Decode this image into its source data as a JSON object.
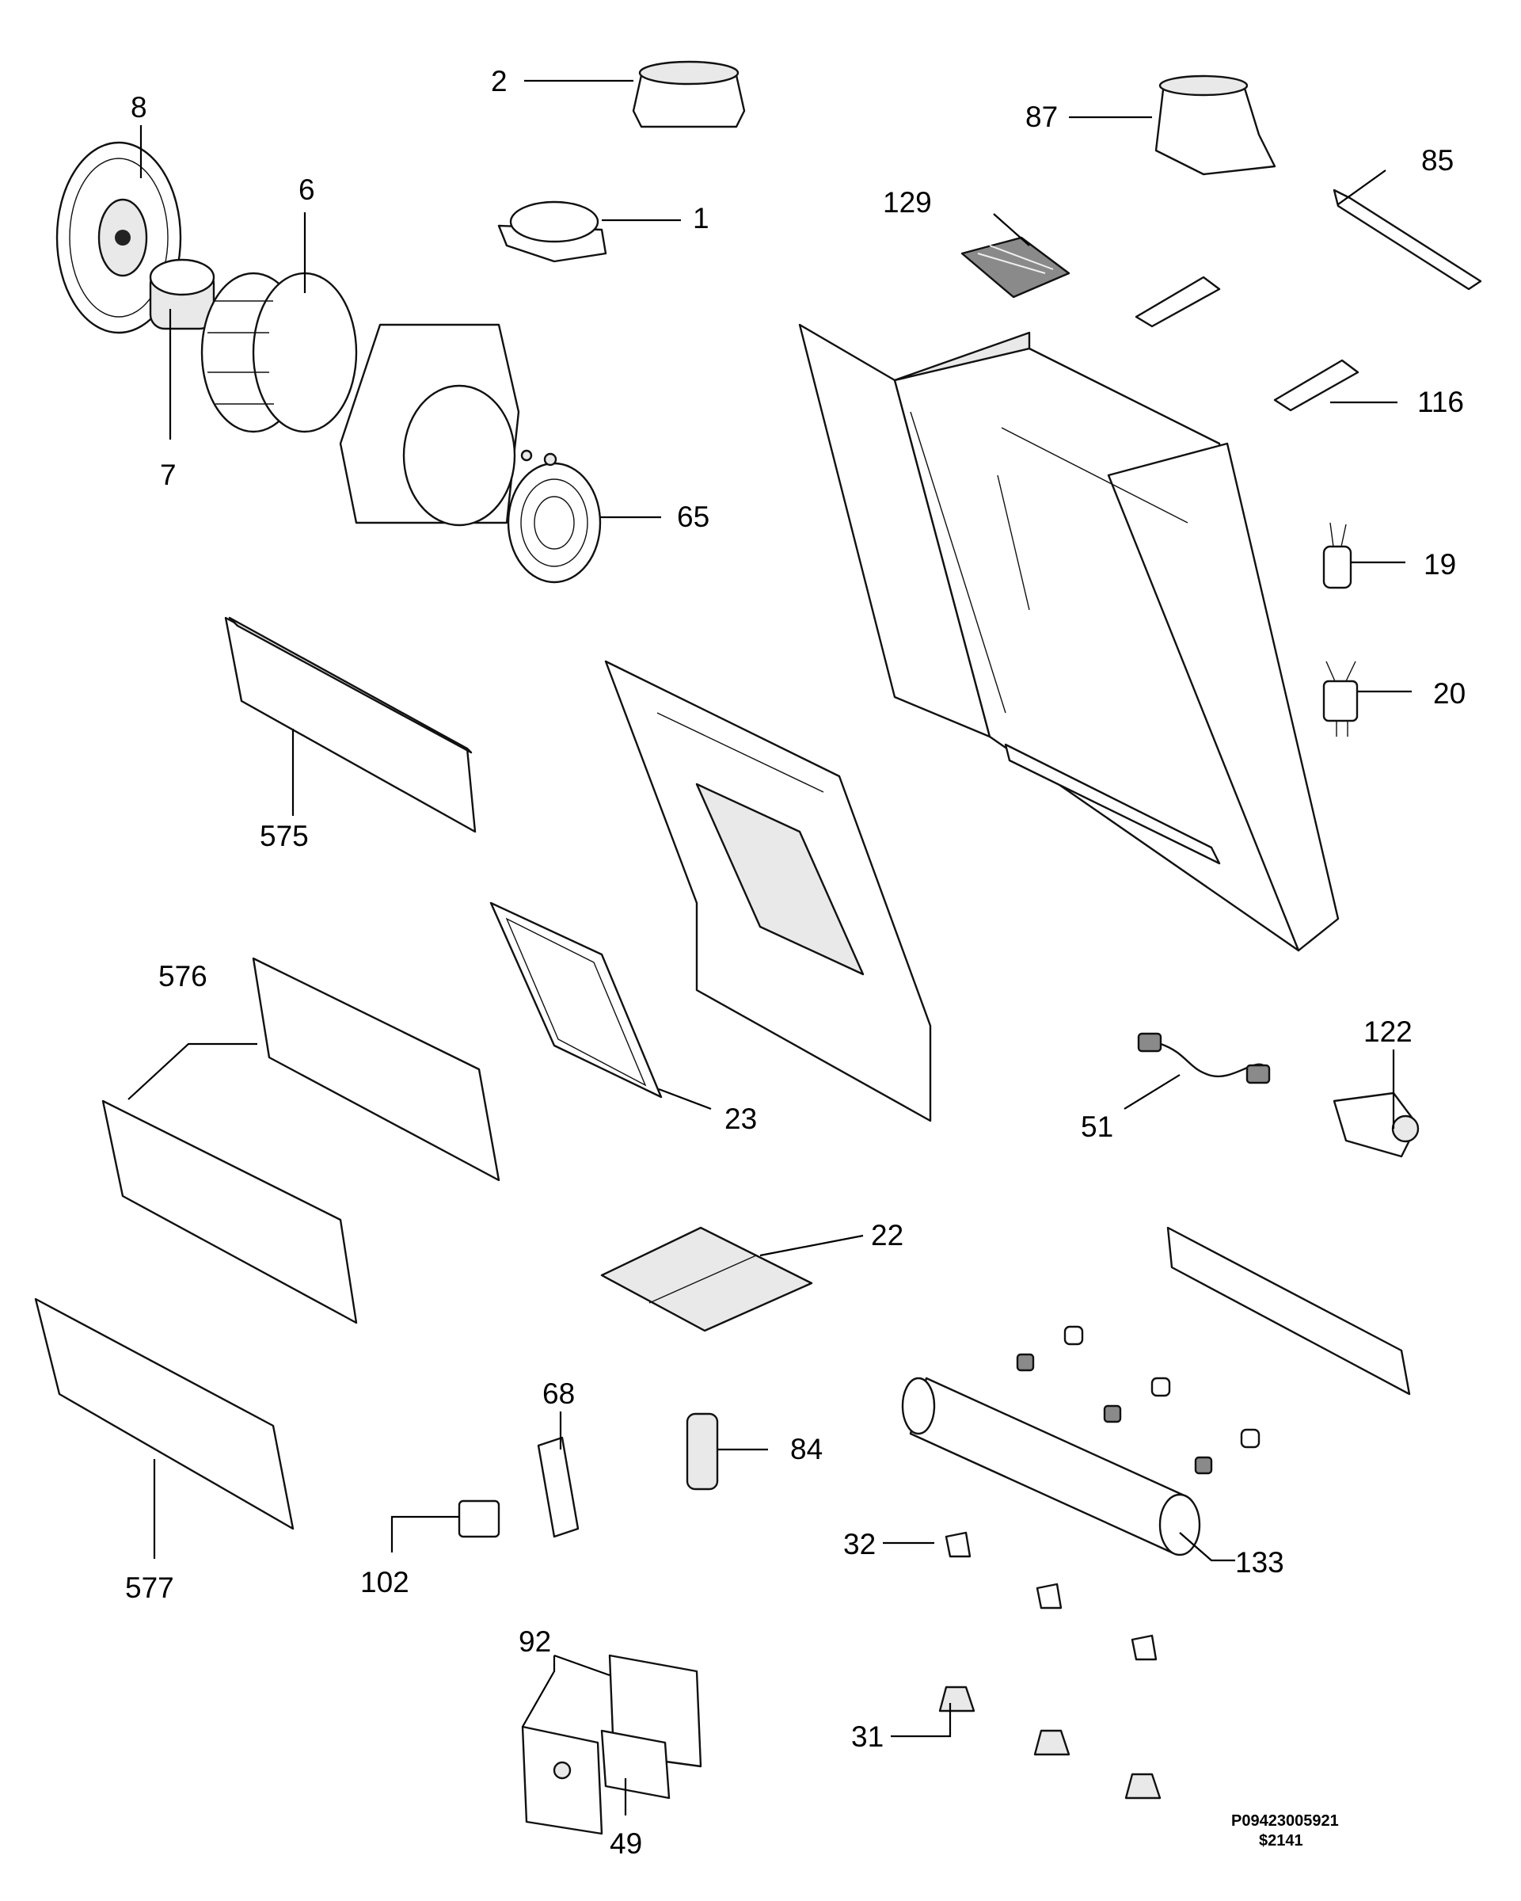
{
  "labels": {
    "p2": "2",
    "p8": "8",
    "p6": "6",
    "p7": "7",
    "p1": "1",
    "p87": "87",
    "p85": "85",
    "p129": "129",
    "p116": "116",
    "p65": "65",
    "p19": "19",
    "p20": "20",
    "p575": "575",
    "p576": "576",
    "p23": "23",
    "p122": "122",
    "p51": "51",
    "p22": "22",
    "p68": "68",
    "p84": "84",
    "p577": "577",
    "p102": "102",
    "p32": "32",
    "p133": "133",
    "p92": "92",
    "p31": "31",
    "p49": "49"
  },
  "footer": {
    "code1": "P09423005921",
    "code2": "$2141"
  }
}
